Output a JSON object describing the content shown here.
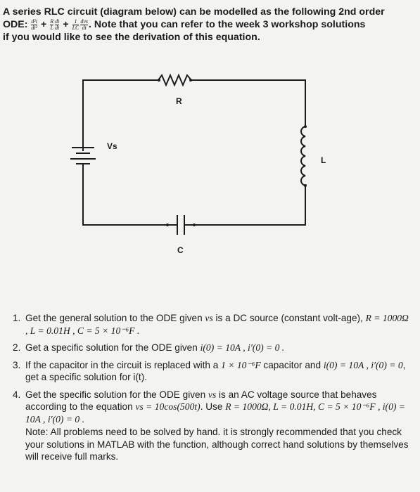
{
  "intro": {
    "line1": "A series RLC circuit (diagram below) can be modelled as the following 2nd order",
    "ode_label": "ODE:",
    "f1_num": "d²i",
    "f1_den": "dt²",
    "plus1": "+",
    "f2a_num": "R",
    "f2a_den": "L",
    "f2b_num": "di",
    "f2b_den": "dt",
    "plus2": "+",
    "f3a_num": "1",
    "f3a_den": "LC",
    "f3b_num": "dvs",
    "f3b_den": "dt",
    "line2_rest": ". Note that you can refer to the week 3 workshop solutions",
    "line3": "if you would like to see the derivation of this equation."
  },
  "circuit": {
    "resistor_label": "R",
    "source_label": "Vs",
    "inductor_label": "L",
    "capacitor_label": "C"
  },
  "questions": [
    {
      "num": "1.",
      "text_a": "Get the general solution to the ODE given ",
      "math_a": "vs",
      "text_b": " is a DC source (constant volt-age), ",
      "math_b": "R = 1000Ω , L = 0.01H , C = 5 × 10⁻⁶F ."
    },
    {
      "num": "2.",
      "text_a": "Get a specific solution for the ODE given ",
      "math_a": "i(0) = 10A , i′(0) = 0 ."
    },
    {
      "num": "3.",
      "text_a": "If the capacitor in the circuit is replaced with a ",
      "math_a": "1 × 10⁻⁶F",
      "text_b": " capacitor and ",
      "math_b": "i(0) = 10A , i′(0) = 0",
      "text_c": ", get a specific solution for i(t)."
    },
    {
      "num": "4.",
      "text_a": "Get the specific solution for the ODE given ",
      "math_a": "vs",
      "text_b": " is an AC voltage source that behaves according to the equation ",
      "math_b": "vs = 10cos(500t)",
      "text_c": ". Use ",
      "math_c": "R = 1000Ω, L = 0.01H, C = 5 × 10⁻⁶F , i(0) = 10A , i′(0) = 0 ."
    }
  ],
  "note": "Note: All problems need to be solved by hand. it is strongly recommended that you check your solutions in MATLAB with the function, although correct hand solutions by themselves will receive full marks."
}
